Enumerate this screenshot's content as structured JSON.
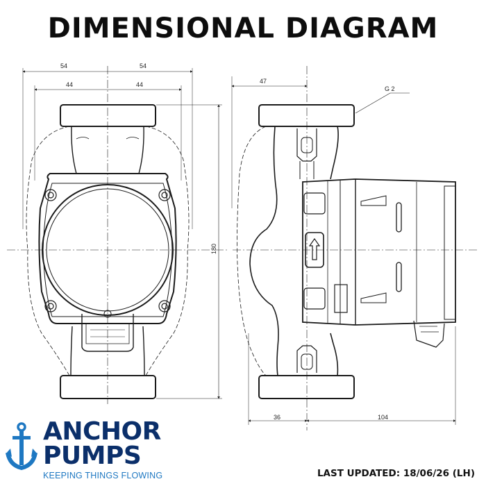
{
  "title": "DIMENSIONAL DIAGRAM",
  "dimensions": {
    "front_outer_left": "54",
    "front_outer_right": "54",
    "front_inner_left": "44",
    "front_inner_right": "44",
    "height": "180",
    "side_top": "47",
    "thread": "G 2",
    "side_bottom_left": "36",
    "side_bottom_right": "104"
  },
  "brand": {
    "line1": "ANCHOR",
    "line2": "PUMPS",
    "tagline": "KEEPING THINGS FLOWING",
    "colors": {
      "navy": "#0b2f6a",
      "blue": "#1e78c2"
    }
  },
  "last_updated": "LAST UPDATED: 18/06/26 (LH)"
}
